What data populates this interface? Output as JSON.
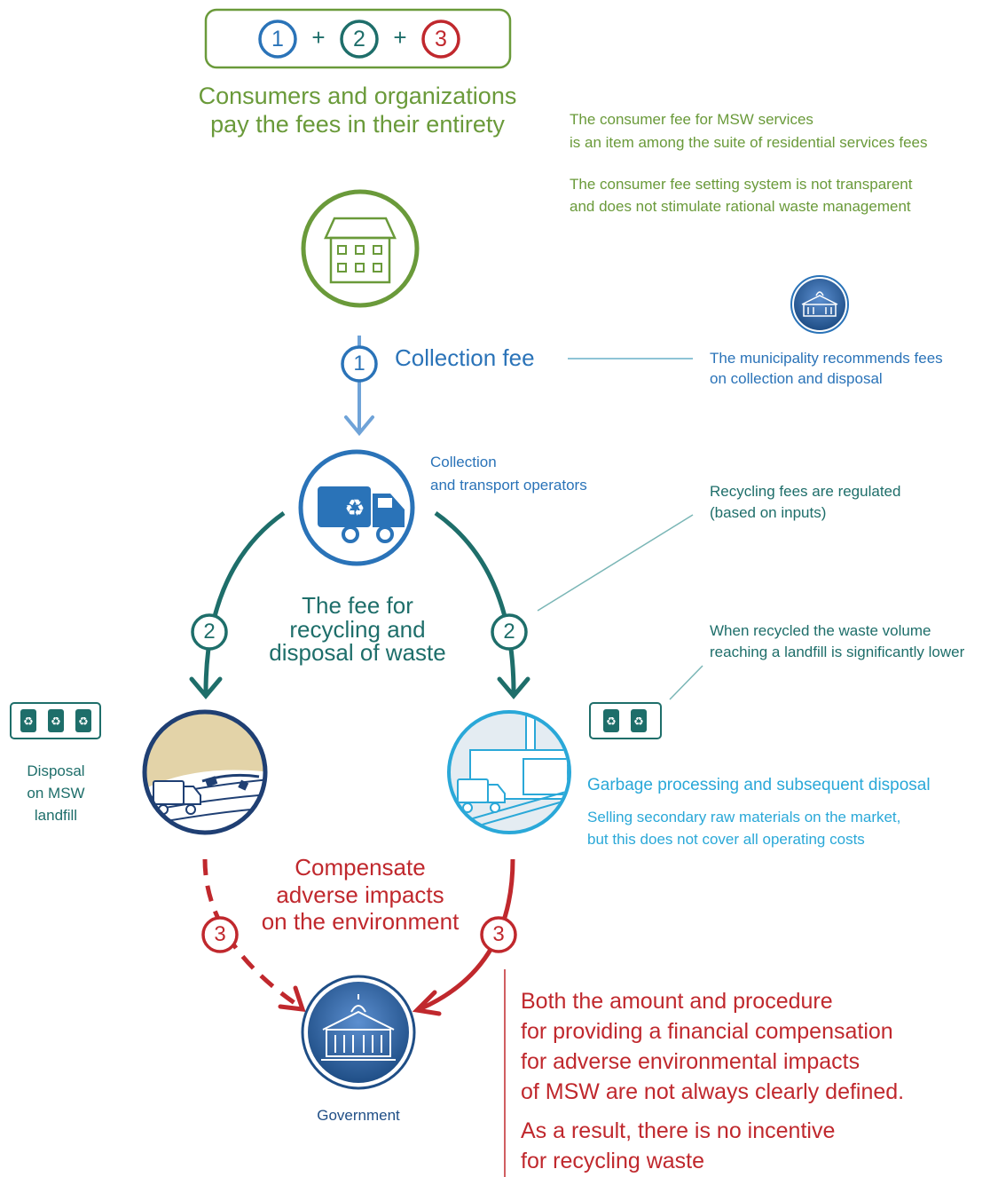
{
  "header": {
    "formula": {
      "n1": "1",
      "plus1": "+",
      "n2": "2",
      "plus2": "+",
      "n3": "3"
    },
    "title_line1": "Consumers and organizations",
    "title_line2": "pay the fees in their entirety"
  },
  "notes_top": {
    "line1": "The consumer fee for MSW services",
    "line2": "is an item among the suite of residential services fees",
    "line3": "The consumer fee setting system is not transparent",
    "line4": "and does not stimulate rational waste management"
  },
  "step1": {
    "number": "1",
    "label": "Collection fee",
    "note_line1": "The municipality recommends fees",
    "note_line2": "on collection and disposal"
  },
  "operators": {
    "line1": "Collection",
    "line2": "and transport operators"
  },
  "step2": {
    "number_left": "2",
    "number_right": "2",
    "label_line1": "The fee for",
    "label_line2": "recycling and",
    "label_line3": "disposal of waste",
    "note_a_line1": "Recycling fees are regulated",
    "note_a_line2": "(based on inputs)",
    "note_b_line1": "When recycled the waste volume",
    "note_b_line2": "reaching a landfill is significantly lower"
  },
  "landfill": {
    "line1": "Disposal",
    "line2": "on MSW",
    "line3": "landfill"
  },
  "processing": {
    "title": "Garbage processing and subsequent disposal",
    "sub_line1": "Selling secondary raw materials on the market,",
    "sub_line2": "but this does not cover all operating costs"
  },
  "step3": {
    "number_left": "3",
    "number_right": "3",
    "label_line1": "Compensate",
    "label_line2": "adverse impacts",
    "label_line3": "on the environment"
  },
  "government": {
    "label": "Government"
  },
  "conclusion": {
    "line1": "Both the amount and procedure",
    "line2": "for providing a financial compensation",
    "line3": "for adverse environmental impacts",
    "line4": "of MSW are not always clearly defined.",
    "line5": "As a result, there is no incentive",
    "line6": "for recycling waste"
  },
  "colors": {
    "green": "#6a9a3a",
    "blue": "#2a73b8",
    "teal": "#1e6e6a",
    "cyan": "#2aa8d8",
    "red": "#c0282d",
    "navy": "#1f4e86"
  },
  "icons": {
    "household": "house-icon",
    "municipality": "municipal-building-icon",
    "collection": "garbage-truck-icon",
    "landfill": "landfill-truck-icon",
    "processing": "processing-plant-icon",
    "government": "government-building-icon",
    "bins": "recycling-bin-icon"
  }
}
